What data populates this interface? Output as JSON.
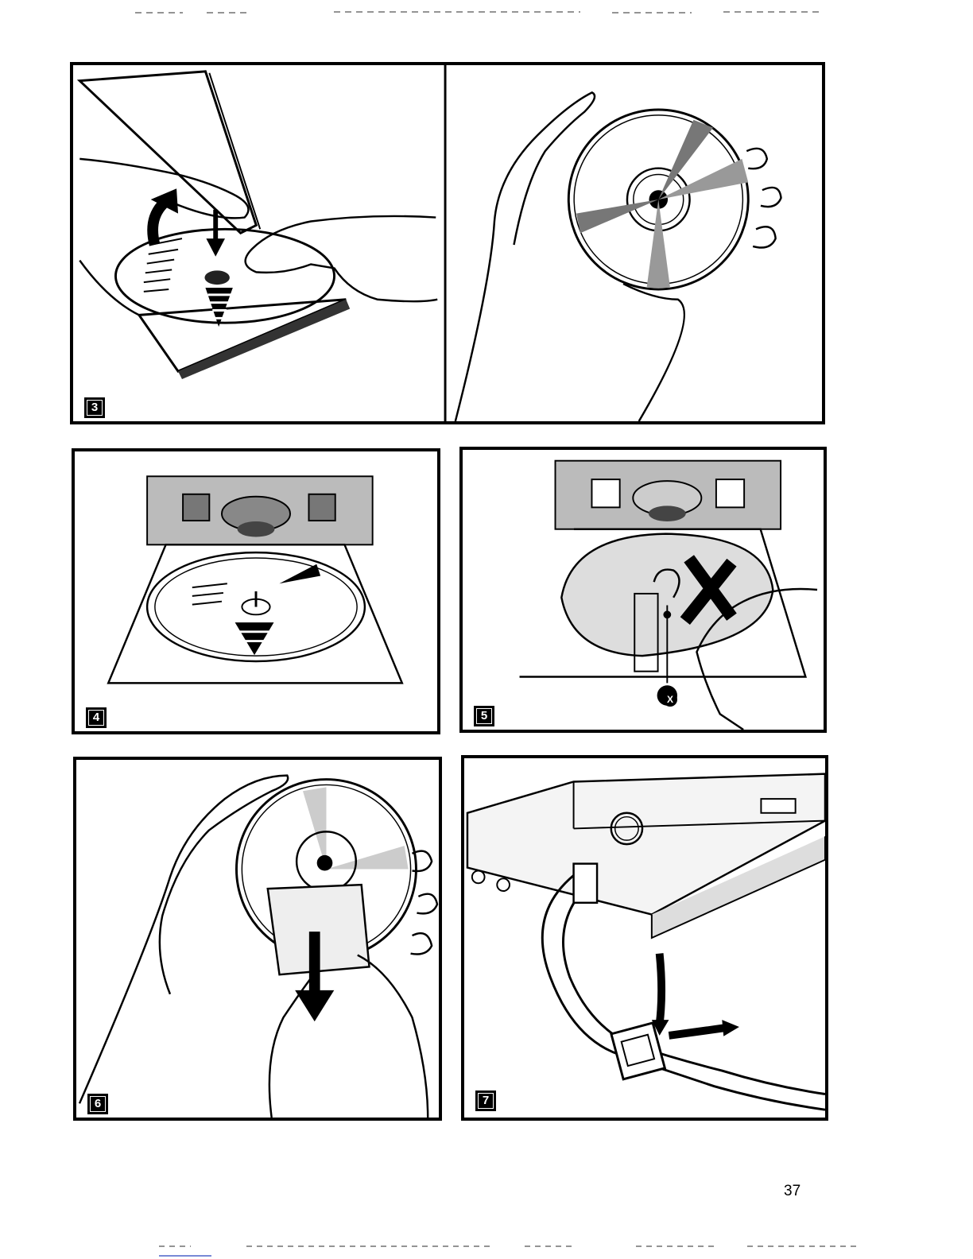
{
  "figures": [
    {
      "step": "3"
    },
    {
      "step": "4"
    },
    {
      "step": "5"
    },
    {
      "step": "6"
    },
    {
      "step": "7"
    }
  ],
  "inset_marker": "X",
  "page_number": "37"
}
